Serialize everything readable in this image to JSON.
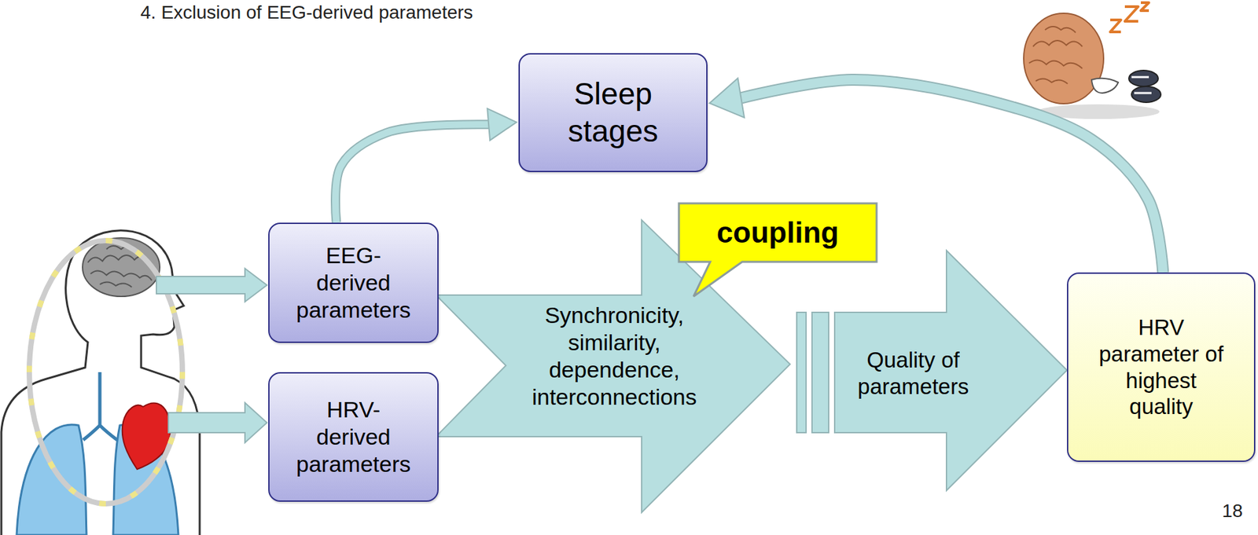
{
  "diagram": {
    "nodes": [
      {
        "text": [
          "Sleep stages"
        ]
      },
      {
        "text": [
          "EEG- derived parameters"
        ]
      },
      {
        "text": [
          "HRV- derived parameters"
        ]
      },
      {
        "text": [
          "Synchronicity, similarity, dependence, interconnections"
        ]
      },
      {
        "text": [
          "coupling"
        ]
      },
      {
        "text": [
          "Quality of parameters"
        ]
      },
      {
        "text": [
          "HRV parameter of highest quality"
        ]
      }
    ],
    "edges": [
      {
        "from": 1,
        "to": 0,
        "arrow": "to"
      },
      {
        "from": 6,
        "to": 0,
        "arrow": "to"
      }
    ],
    "labels": [
      "4. Exclusion of EEG-derived parameters",
      "18"
    ]
  }
}
